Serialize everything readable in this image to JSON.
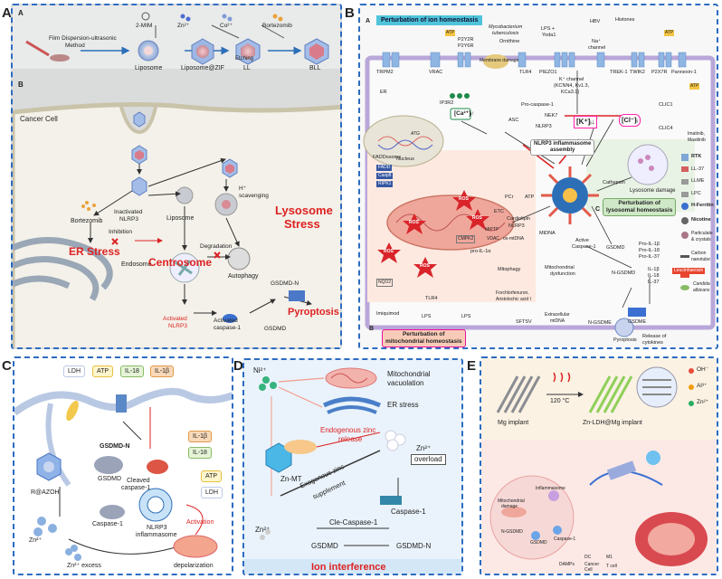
{
  "panelA": {
    "letter": "A",
    "subA": "A",
    "subB": "B",
    "reagents": [
      "2-MIM",
      "Zn²⁺",
      "Co²⁺",
      "Bortezomib"
    ],
    "method": [
      "Film Dispersion-ultrasonic",
      "Method"
    ],
    "steps": [
      "Liposome",
      "Liposome@ZIF",
      "LL",
      "BLL"
    ],
    "etching": "Etching",
    "cancer_cell": "Cancer Cell",
    "labels": {
      "bortezomib": "Bortezomib",
      "inactivated": [
        "Inactivated",
        "NLRP3"
      ],
      "liposome": "Liposome",
      "scav": [
        "H⁺",
        "scavenging"
      ],
      "lysosome": [
        "Lysosome",
        "Stress"
      ],
      "inhibition": "Inhibition",
      "er_stress": "ER Stress",
      "endosome": "Endosome",
      "centrosome": "Centrosome",
      "degradation": "Degradation",
      "autophagy": "Autophagy",
      "gsdmdn": "GSDMD-N",
      "activated_nlrp3": [
        "Activated",
        "NLRP3"
      ],
      "activated_casp": [
        "Activated",
        "caspase-1"
      ],
      "gsdmd": "GSDMD",
      "pyroptosis": "Pyroptosis"
    }
  },
  "panelB": {
    "letter": "B",
    "subA": "A",
    "ion_title": "Perturbation of ion homeostasis",
    "receptors": [
      "TRPM2",
      "VRAC",
      "P2Y2R",
      "P2Y6R",
      "Mycobacterium",
      "tuberculosis",
      "Ornithine",
      "Membrane damage",
      "TLR4",
      "LPS +",
      "Yoda1",
      "PIEZO1",
      "K⁺ channel",
      "(KCNN4, Kv1.3,",
      "KCa3.1)",
      "HBV",
      "Na⁺",
      "channel",
      "Histones",
      "TREK-1",
      "TWIK2",
      "P2X7R",
      "Pannexin-1",
      "ATP",
      "ATP",
      "ATP"
    ],
    "mid": [
      "ER",
      "IP3R2",
      "[Ca²⁺]ᵢ↑",
      "Pro-caspase-1",
      "ASC",
      "NEK7",
      "NLRP3",
      "[K⁺]ᵢ↓",
      "[Cl⁻]ᵢ",
      "CLIC1",
      "CLIC4",
      "NLRP3 inflammasome",
      "assembly",
      "Nucleus",
      "ATG",
      "Imatinib,",
      "Masitinib",
      "RTK",
      "LL-37",
      "LLME",
      "LPC",
      "H-Ferritin",
      "Nicotine",
      "Particulate",
      "& crystals",
      "Carbon",
      "nanotube",
      "Leucinhaeosin",
      "Candida",
      "albicans",
      "Cathepsin",
      "Lysosome damage"
    ],
    "lyso_box": [
      "Perturbation of",
      "lysosomal homeostasis"
    ],
    "subC": "C",
    "mito": [
      "FADDosome",
      "FADD",
      "Casp8",
      "RIPK1",
      "ROS",
      "ROS",
      "ROS",
      "ROS",
      "ROS",
      "PCr",
      "ATP",
      "ETC",
      "Cardiolipin",
      "NLRP3",
      "MtPTP",
      "VDAC",
      "ox-mtDNA",
      "MtDNA",
      "CMPK2",
      "pro-IL-1α",
      "Mitophagy",
      "NQO2",
      "Imiquimod",
      "TLR4",
      "LPS",
      "LPS",
      "Mitochondrial",
      "dysfunction",
      "Forchlorfenuron,",
      "Aristolochic acid I",
      "SFTSV",
      "Extracellular",
      "mtDNA"
    ],
    "subB": "B",
    "mito_box": [
      "Perturbation of",
      "mitochondrial homeostasis"
    ],
    "right": [
      "Active",
      "Caspase-1",
      "GSDMD",
      "Pro-IL-1β",
      "Pro-IL-18",
      "Pro-IL-37",
      "N-GSDMD",
      "IL-1β",
      "IL-18",
      "IL-37",
      "N-GSDME",
      "GSDME",
      "Pyroptosis",
      "Release of",
      "cytokines"
    ]
  },
  "panelC": {
    "letter": "C",
    "top": [
      "LDH",
      "ATP",
      "IL-18",
      "IL-1β"
    ],
    "labels": [
      "GSDMD-N",
      "IL-1β",
      "IL-18",
      "Cleaved",
      "caspase-1",
      "ATP",
      "LDH",
      "R@AZOH",
      "GSDMD",
      "Caspase-1",
      "NLRP3",
      "inflammasome",
      "Activation",
      "Zn²⁺",
      "Zn²⁺ excess",
      "depolarization"
    ]
  },
  "panelD": {
    "letter": "D",
    "labels": [
      "Ni²⁺",
      "Mitochondrial",
      "vacuolation",
      "ER stress",
      "Endogenous zinc",
      "release",
      "Zn-MT",
      "Zn²⁺",
      "overload",
      "Exogenous zinc",
      "supplement",
      "Caspase-1",
      "Zn²⁺",
      "Cle-Caspase-1",
      "GSDMD",
      "GSDMD-N"
    ],
    "footer": "Ion interference"
  },
  "panelE": {
    "letter": "E",
    "legend": [
      "OH⁻",
      "Al³⁺",
      "Zn²⁺"
    ],
    "temp": "120 °C",
    "mg": "Mg implant",
    "znldh": "Zn-LDH@Mg implant",
    "cell": [
      "Inflammasome",
      "Mitochondrial",
      "damage",
      "GSDMD",
      "Caspase-1",
      "N-GSDMD",
      "DAMPs"
    ],
    "cell_legend": [
      "DC",
      "M1",
      "Cancer",
      "Cell",
      "T cell"
    ]
  }
}
